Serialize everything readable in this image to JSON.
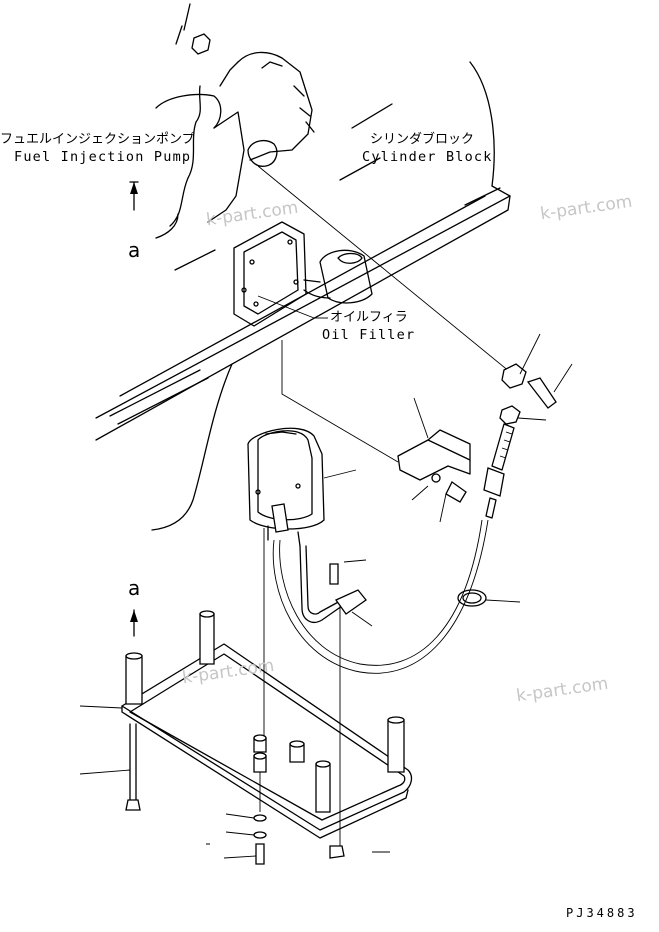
{
  "labels": {
    "fuel_pump_jp": "フュエルインジェクションポンプ",
    "fuel_pump_en": "Fuel Injection Pump",
    "cylinder_block_jp": "シリンダブロック",
    "cylinder_block_en": "Cylinder Block",
    "oil_filler_jp": "オイルフィラ",
    "oil_filler_en": "Oil Filler"
  },
  "view_marker_top": "a",
  "view_marker_bottom": "a",
  "watermark": "k-part.com",
  "drawing_number": "PJ34883"
}
